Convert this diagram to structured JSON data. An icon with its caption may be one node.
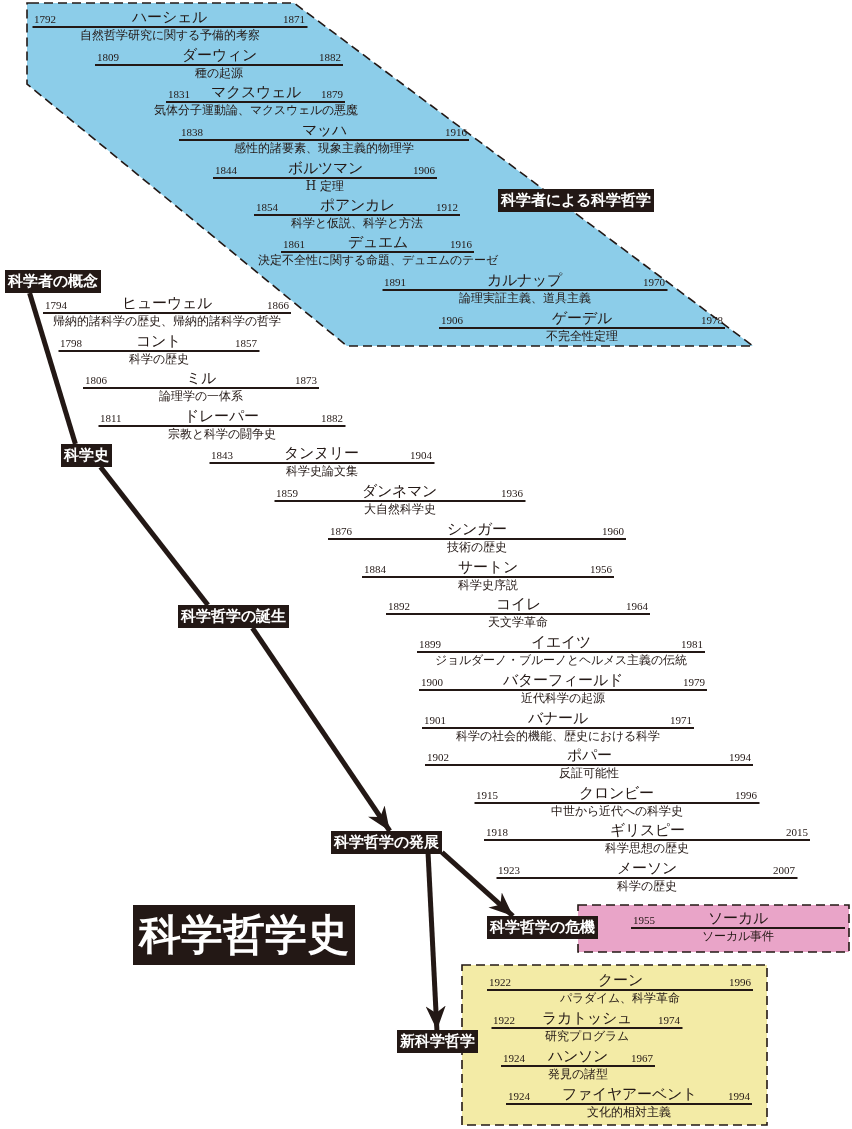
{
  "diagram": {
    "title": "科学哲学史",
    "nodes": [
      {
        "text": [],
        "shape": "parallelogram"
      },
      {
        "text": [
          "1792",
          "ハーシェル",
          "1871",
          "自然哲学研究に関する予備的考察"
        ],
        "in": 0
      },
      {
        "text": [
          "1809",
          "ダーウィン",
          "1882",
          "種の起源"
        ],
        "in": 0
      },
      {
        "text": [
          "1831",
          "マクスウェル",
          "1879",
          "気体分子運動論、マクスウェルの悪魔"
        ],
        "in": 0
      },
      {
        "text": [
          "1838",
          "マッハ",
          "1916",
          "感性的諸要素、現象主義的物理学"
        ],
        "in": 0
      },
      {
        "text": [
          "1844",
          "ボルツマン",
          "1906",
          "H 定理"
        ],
        "in": 0
      },
      {
        "text": [
          "1854",
          "ポアンカレ",
          "1912",
          "科学と仮説、科学と方法"
        ],
        "in": 0
      },
      {
        "text": [
          "1861",
          "デュエム",
          "1916",
          "決定不全性に関する命題、デュエムのテーゼ"
        ],
        "in": 0
      },
      {
        "text": [
          "1891",
          "カルナップ",
          "1970",
          "論理実証主義、道具主義"
        ],
        "in": 0
      },
      {
        "text": [
          "1906",
          "ゲーデル",
          "1978",
          "不完全性定理"
        ],
        "in": 0
      },
      {
        "text": [
          "科学者による科学哲学"
        ],
        "in": 0
      },
      {
        "text": [
          "科学者の概念"
        ]
      },
      {
        "text": [
          "1794",
          "ヒューウェル",
          "1866",
          "帰納的諸科学の歴史、帰納的諸科学の哲学"
        ]
      },
      {
        "text": [
          "1798",
          "コント",
          "1857",
          "科学の歴史"
        ]
      },
      {
        "text": [
          "1806",
          "ミル",
          "1873",
          "論理学の一体系"
        ]
      },
      {
        "text": [
          "1811",
          "ドレーパー",
          "1882",
          "宗教と科学の闘争史"
        ]
      },
      {
        "text": [
          "科学史"
        ]
      },
      {
        "text": [
          "1843",
          "タンヌリー",
          "1904",
          "科学史論文集"
        ]
      },
      {
        "text": [
          "1859",
          "ダンネマン",
          "1936",
          "大自然科学史"
        ]
      },
      {
        "text": [
          "1876",
          "シンガー",
          "1960",
          "技術の歴史"
        ]
      },
      {
        "text": [
          "1884",
          "サートン",
          "1956",
          "科学史序説"
        ]
      },
      {
        "text": [
          "科学哲学の誕生"
        ]
      },
      {
        "text": [
          "1892",
          "コイレ",
          "1964",
          "天文学革命"
        ]
      },
      {
        "text": [
          "1899",
          "イエイツ",
          "1981",
          "ジョルダーノ・ブルーノとヘルメス主義の伝統"
        ]
      },
      {
        "text": [
          "1900",
          "バターフィールド",
          "1979",
          "近代科学の起源"
        ]
      },
      {
        "text": [
          "1901",
          "バナール",
          "1971",
          "科学の社会的機能、歴史における科学"
        ]
      },
      {
        "text": [
          "1902",
          "ポパー",
          "1994",
          "反証可能性"
        ]
      },
      {
        "text": [
          "1915",
          "クロンビー",
          "1996",
          "中世から近代への科学史"
        ]
      },
      {
        "text": [
          "科学哲学の発展"
        ]
      },
      {
        "text": [
          "1918",
          "ギリスピー",
          "2015",
          "科学思想の歴史"
        ]
      },
      {
        "text": [
          "1923",
          "メーソン",
          "2007",
          "科学の歴史"
        ]
      },
      {
        "text": [],
        "shape": "box"
      },
      {
        "text": [
          "1955",
          "ソーカル",
          "ソーカル事件"
        ],
        "in": 31
      },
      {
        "text": [
          "科学哲学の危機"
        ]
      },
      {
        "text": [],
        "shape": "box"
      },
      {
        "text": [
          "1922",
          "クーン",
          "1996",
          "パラダイム、科学革命"
        ],
        "in": 34
      },
      {
        "text": [
          "1922",
          "ラカトッシュ",
          "1974",
          "研究プログラム"
        ],
        "in": 34
      },
      {
        "text": [
          "1924",
          "ハンソン",
          "1967",
          "発見の諸型"
        ],
        "in": 34
      },
      {
        "text": [
          "1924",
          "ファイヤアーベント",
          "1994",
          "文化的相対主義"
        ],
        "in": 34
      },
      {
        "text": [
          "新科学哲学"
        ]
      }
    ],
    "edges": [
      {
        "from": 11,
        "to": 16,
        "arrow": "none"
      },
      {
        "from": 16,
        "to": 21,
        "arrow": "none"
      },
      {
        "from": 21,
        "to": 28,
        "arrow": "to"
      },
      {
        "from": 28,
        "to": 33,
        "arrow": "to"
      },
      {
        "from": 28,
        "to": 39,
        "arrow": "to"
      }
    ]
  }
}
